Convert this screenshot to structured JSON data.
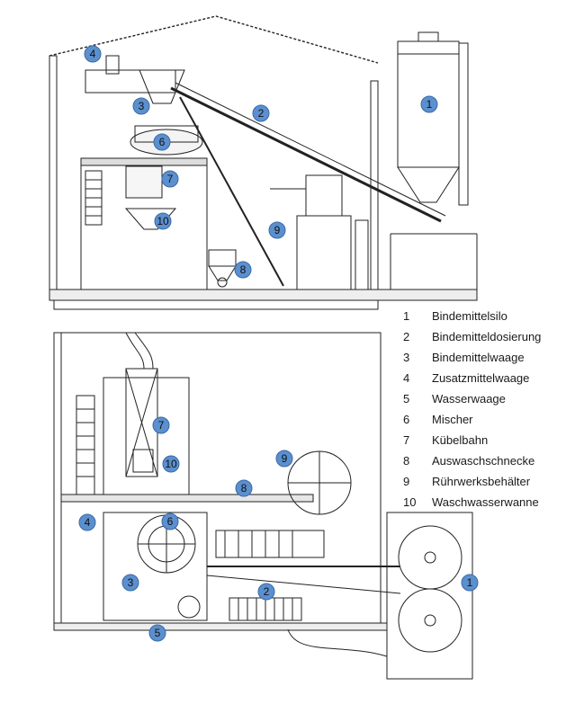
{
  "callouts_top": [
    "4",
    "3",
    "2",
    "6",
    "1",
    "7",
    "10",
    "9",
    "8"
  ],
  "callouts_bottom": [
    "7",
    "9",
    "10",
    "8",
    "4",
    "6",
    "3",
    "2",
    "1",
    "5"
  ],
  "legend": [
    {
      "number": "1",
      "label": "Bindemittelsilo"
    },
    {
      "number": "2",
      "label": "Bindemitteldosierung"
    },
    {
      "number": "3",
      "label": "Bindemittelwaage"
    },
    {
      "number": "4",
      "label": "Zusatzmittelwaage"
    },
    {
      "number": "5",
      "label": "Wasserwaage"
    },
    {
      "number": "6",
      "label": "Mischer"
    },
    {
      "number": "7",
      "label": "Kübelbahn"
    },
    {
      "number": "8",
      "label": "Auswaschschnecke"
    },
    {
      "number": "9",
      "label": "Rührwerksbehälter"
    },
    {
      "number": "10",
      "label": "Waschwasserwanne"
    }
  ],
  "colors": {
    "callout_fill": "#5b8fce",
    "line": "#222222"
  }
}
